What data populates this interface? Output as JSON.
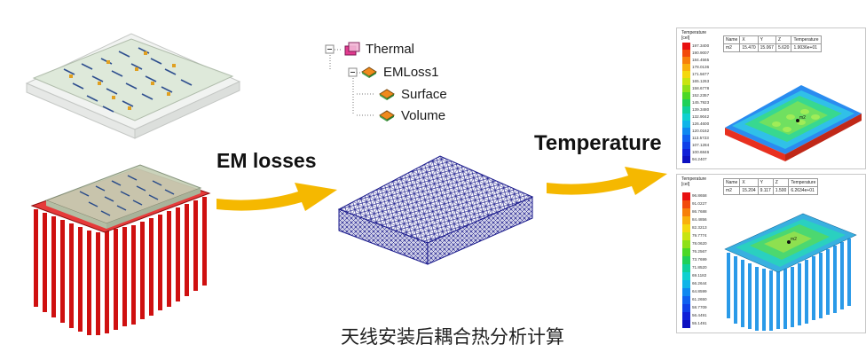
{
  "tree": {
    "root": "Thermal",
    "child": "EMLoss1",
    "leaves": [
      "Surface",
      "Volume"
    ]
  },
  "flow": {
    "em_losses_label": "EM losses",
    "temperature_label": "Temperature",
    "arrow_color": "#f5b800"
  },
  "caption": "天线安装后耦合热分析计算",
  "result_top": {
    "colorbar_title": "Temperature",
    "colorbar_unit": "[cel]",
    "ticks": [
      "197.3400",
      "190.9007",
      "184.4565",
      "178.0136",
      "171.5677",
      "165.1263",
      "158.6778",
      "152.2357",
      "145.7923",
      "139.3480",
      "132.9042",
      "126.4600",
      "120.0162",
      "113.5723",
      "107.1284",
      "100.6846",
      "94.2407"
    ],
    "table_headers": [
      "Name",
      "X",
      "Y",
      "Z",
      "Temperature"
    ],
    "table_row": [
      "m2",
      "15.470",
      "15.067",
      "5.620",
      "1.9036e+01"
    ]
  },
  "result_bottom": {
    "colorbar_title": "Temperature",
    "colorbar_unit": "[cel]",
    "ticks": [
      "96.8658",
      "91.0227",
      "86.7688",
      "84.4856",
      "82.3213",
      "79.7774",
      "78.0620",
      "76.2567",
      "73.7699",
      "71.8520",
      "69.1182",
      "66.2644",
      "64.8599",
      "61.2650",
      "58.7709",
      "56.4491",
      "55.1491"
    ],
    "table_headers": [
      "Name",
      "X",
      "Y",
      "Z",
      "Temperature"
    ],
    "table_row": [
      "m2",
      "15.204",
      "9.117",
      "1.500",
      "6.2634e+01"
    ]
  }
}
